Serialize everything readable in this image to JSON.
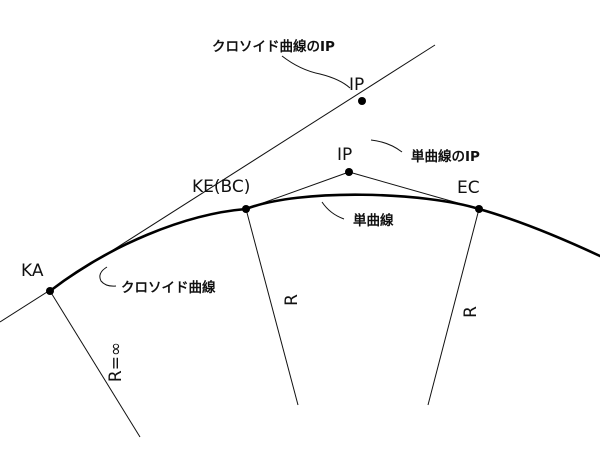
{
  "diagram": {
    "labels": {
      "clothoid_ip_title": "クロソイド曲線のIP",
      "ip_outer": "IP",
      "ip_inner": "IP",
      "simple_curve_ip": "単曲線のIP",
      "ke_bc": "KE(BC)",
      "ec": "EC",
      "simple_curve": "単曲線",
      "ka": "KA",
      "clothoid_curve": "クロソイド曲線",
      "radius_infinite": "R=∞",
      "radius_1": "R",
      "radius_2": "R"
    },
    "colors": {
      "line": "#111111",
      "background": "#ffffff"
    }
  }
}
